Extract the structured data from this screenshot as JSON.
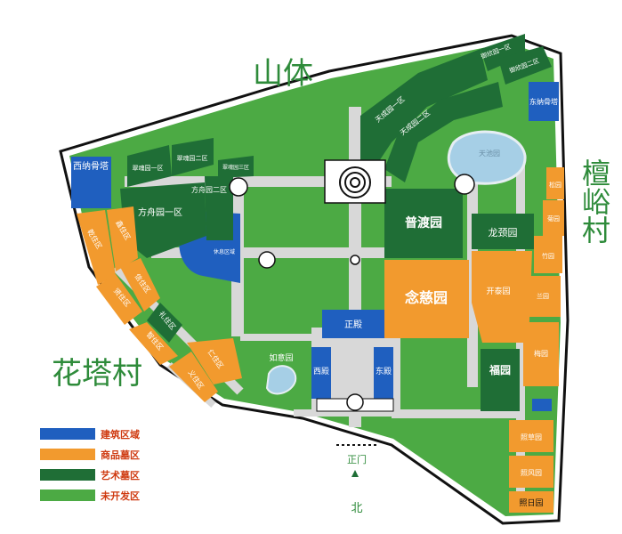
{
  "colors": {
    "building": "#1f5fbf",
    "commercial": "#f29a2e",
    "art": "#1f6e36",
    "undeveloped": "#4caa44",
    "road": "#d8d8d8"
  },
  "outer_labels": {
    "north_hill": "山体",
    "east_village": "檀峪村",
    "west_village": "花塔村",
    "north_mark": "北"
  },
  "areas": {
    "xina_gu_ta": "西纳骨塔",
    "dongna_gu_ta": "东纳骨塔",
    "cuihun_1": "翠魂园一区",
    "cuihun_2": "翠魂园二区",
    "cuihun_3": "翠魂园三区",
    "fangzhou_1": "方舟园一区",
    "fangzhou_2": "方舟园二区",
    "tiancheng_1": "天成园一区",
    "tiancheng_2": "天成园二区",
    "yuxi_1": "御欣园一区",
    "yuxi_2": "御欣园二区",
    "tianchi": "天池园",
    "pudu": "普渡园",
    "longling": "龙颈园",
    "nianci": "念慈园",
    "kaitai": "开泰园",
    "zhengdian": "正殿",
    "xidian": "西殿",
    "dongdian": "东殿",
    "fu": "福园",
    "ruyi": "如意园",
    "xiuxi": "休息区域",
    "song": "松园",
    "ju": "菊园",
    "zhu": "竹园",
    "lan": "兰园",
    "mei": "梅园",
    "zhaocao": "照草园",
    "zhaofeng": "照风园",
    "zhaori": "照日园",
    "zhengmen": "正门",
    "ganzhu": "乾住区",
    "xingzhu": "鑫住区",
    "xianzhu": "贤住区",
    "xinzhu": "信住区",
    "lizhu": "礼住区",
    "zhizhu": "智住区",
    "renzhu": "仁住区",
    "yizhu": "义住区"
  },
  "legend": [
    {
      "label": "建筑区域",
      "color": "#1f5fbf"
    },
    {
      "label": "商品墓区",
      "color": "#f29a2e"
    },
    {
      "label": "艺术墓区",
      "color": "#1f6e36"
    },
    {
      "label": "未开发区",
      "color": "#4caa44"
    }
  ]
}
